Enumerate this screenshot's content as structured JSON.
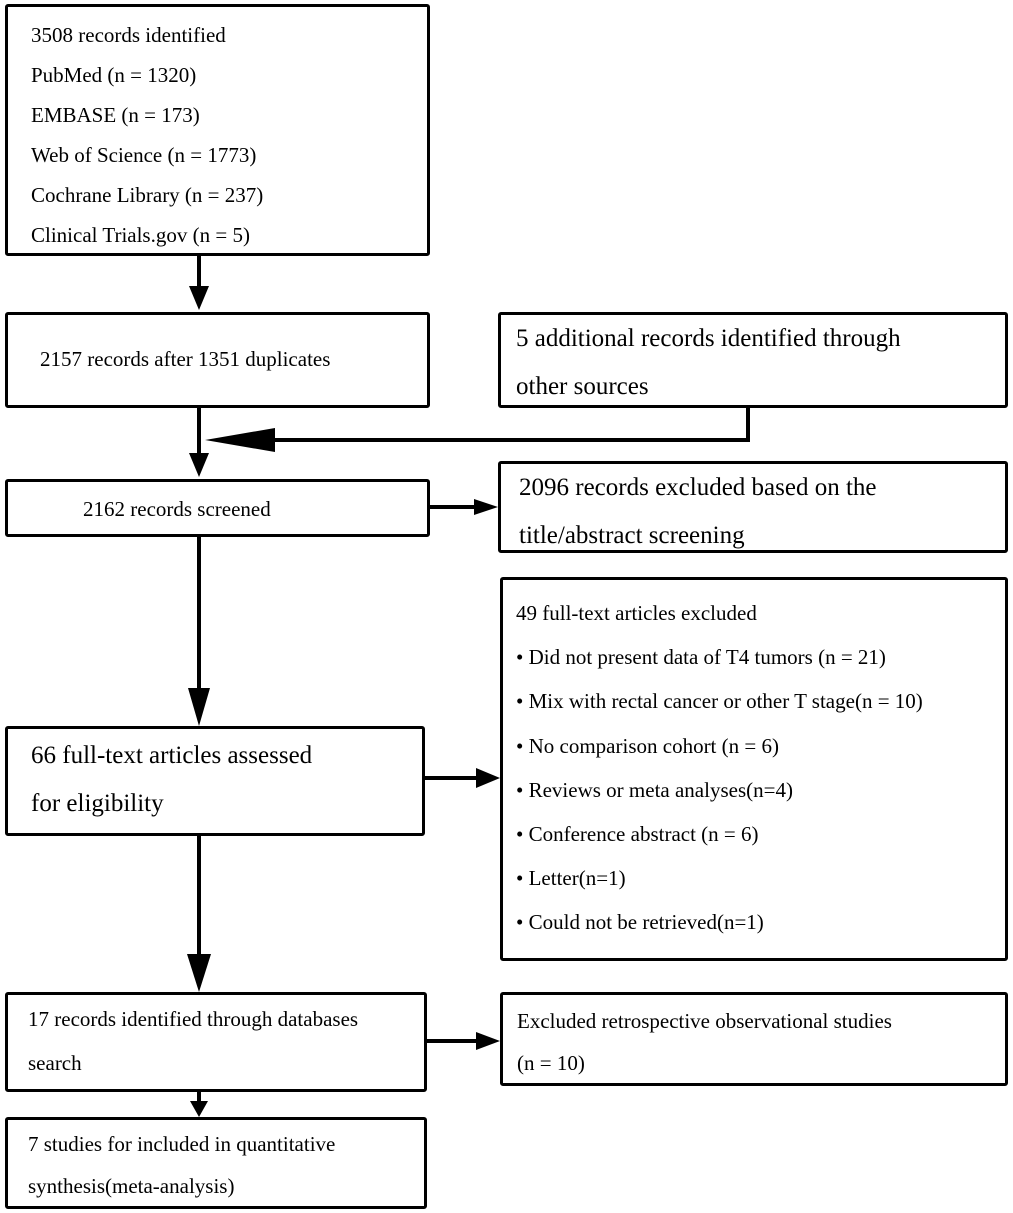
{
  "boxes": {
    "identified": {
      "lines": [
        "3508 records identified",
        "PubMed (n = 1320)",
        "EMBASE (n = 173)",
        "Web of Science (n = 1773)",
        "Cochrane Library (n = 237)",
        "Clinical Trials.gov (n = 5)"
      ]
    },
    "after_duplicates": {
      "text": "2157 records after 1351 duplicates"
    },
    "additional": {
      "lines": [
        "5 additional records identified through",
        "other sources"
      ]
    },
    "screened": {
      "text": "2162 records screened"
    },
    "excluded_title": {
      "lines": [
        "2096 records excluded based on the",
        "title/abstract screening"
      ]
    },
    "fulltext_excluded": {
      "title": "49 full-text articles excluded",
      "items": [
        "• Did not present data of T4 tumors (n = 21)",
        "• Mix with rectal cancer or other T stage(n = 10)",
        "• No comparison cohort (n = 6)",
        "• Reviews or meta analyses(n=4)",
        "• Conference abstract (n = 6)",
        "• Letter(n=1)",
        "• Could not be retrieved(n=1)"
      ]
    },
    "assessed": {
      "lines": [
        "66 full-text articles assessed",
        "for eligibility"
      ]
    },
    "db_search": {
      "lines": [
        "17 records identified through databases",
        "search"
      ]
    },
    "excluded_retro": {
      "lines": [
        "Excluded retrospective observational studies",
        "(n = 10)"
      ]
    },
    "included": {
      "lines": [
        "7 studies for included in quantitative",
        "synthesis(meta-analysis)"
      ]
    }
  }
}
